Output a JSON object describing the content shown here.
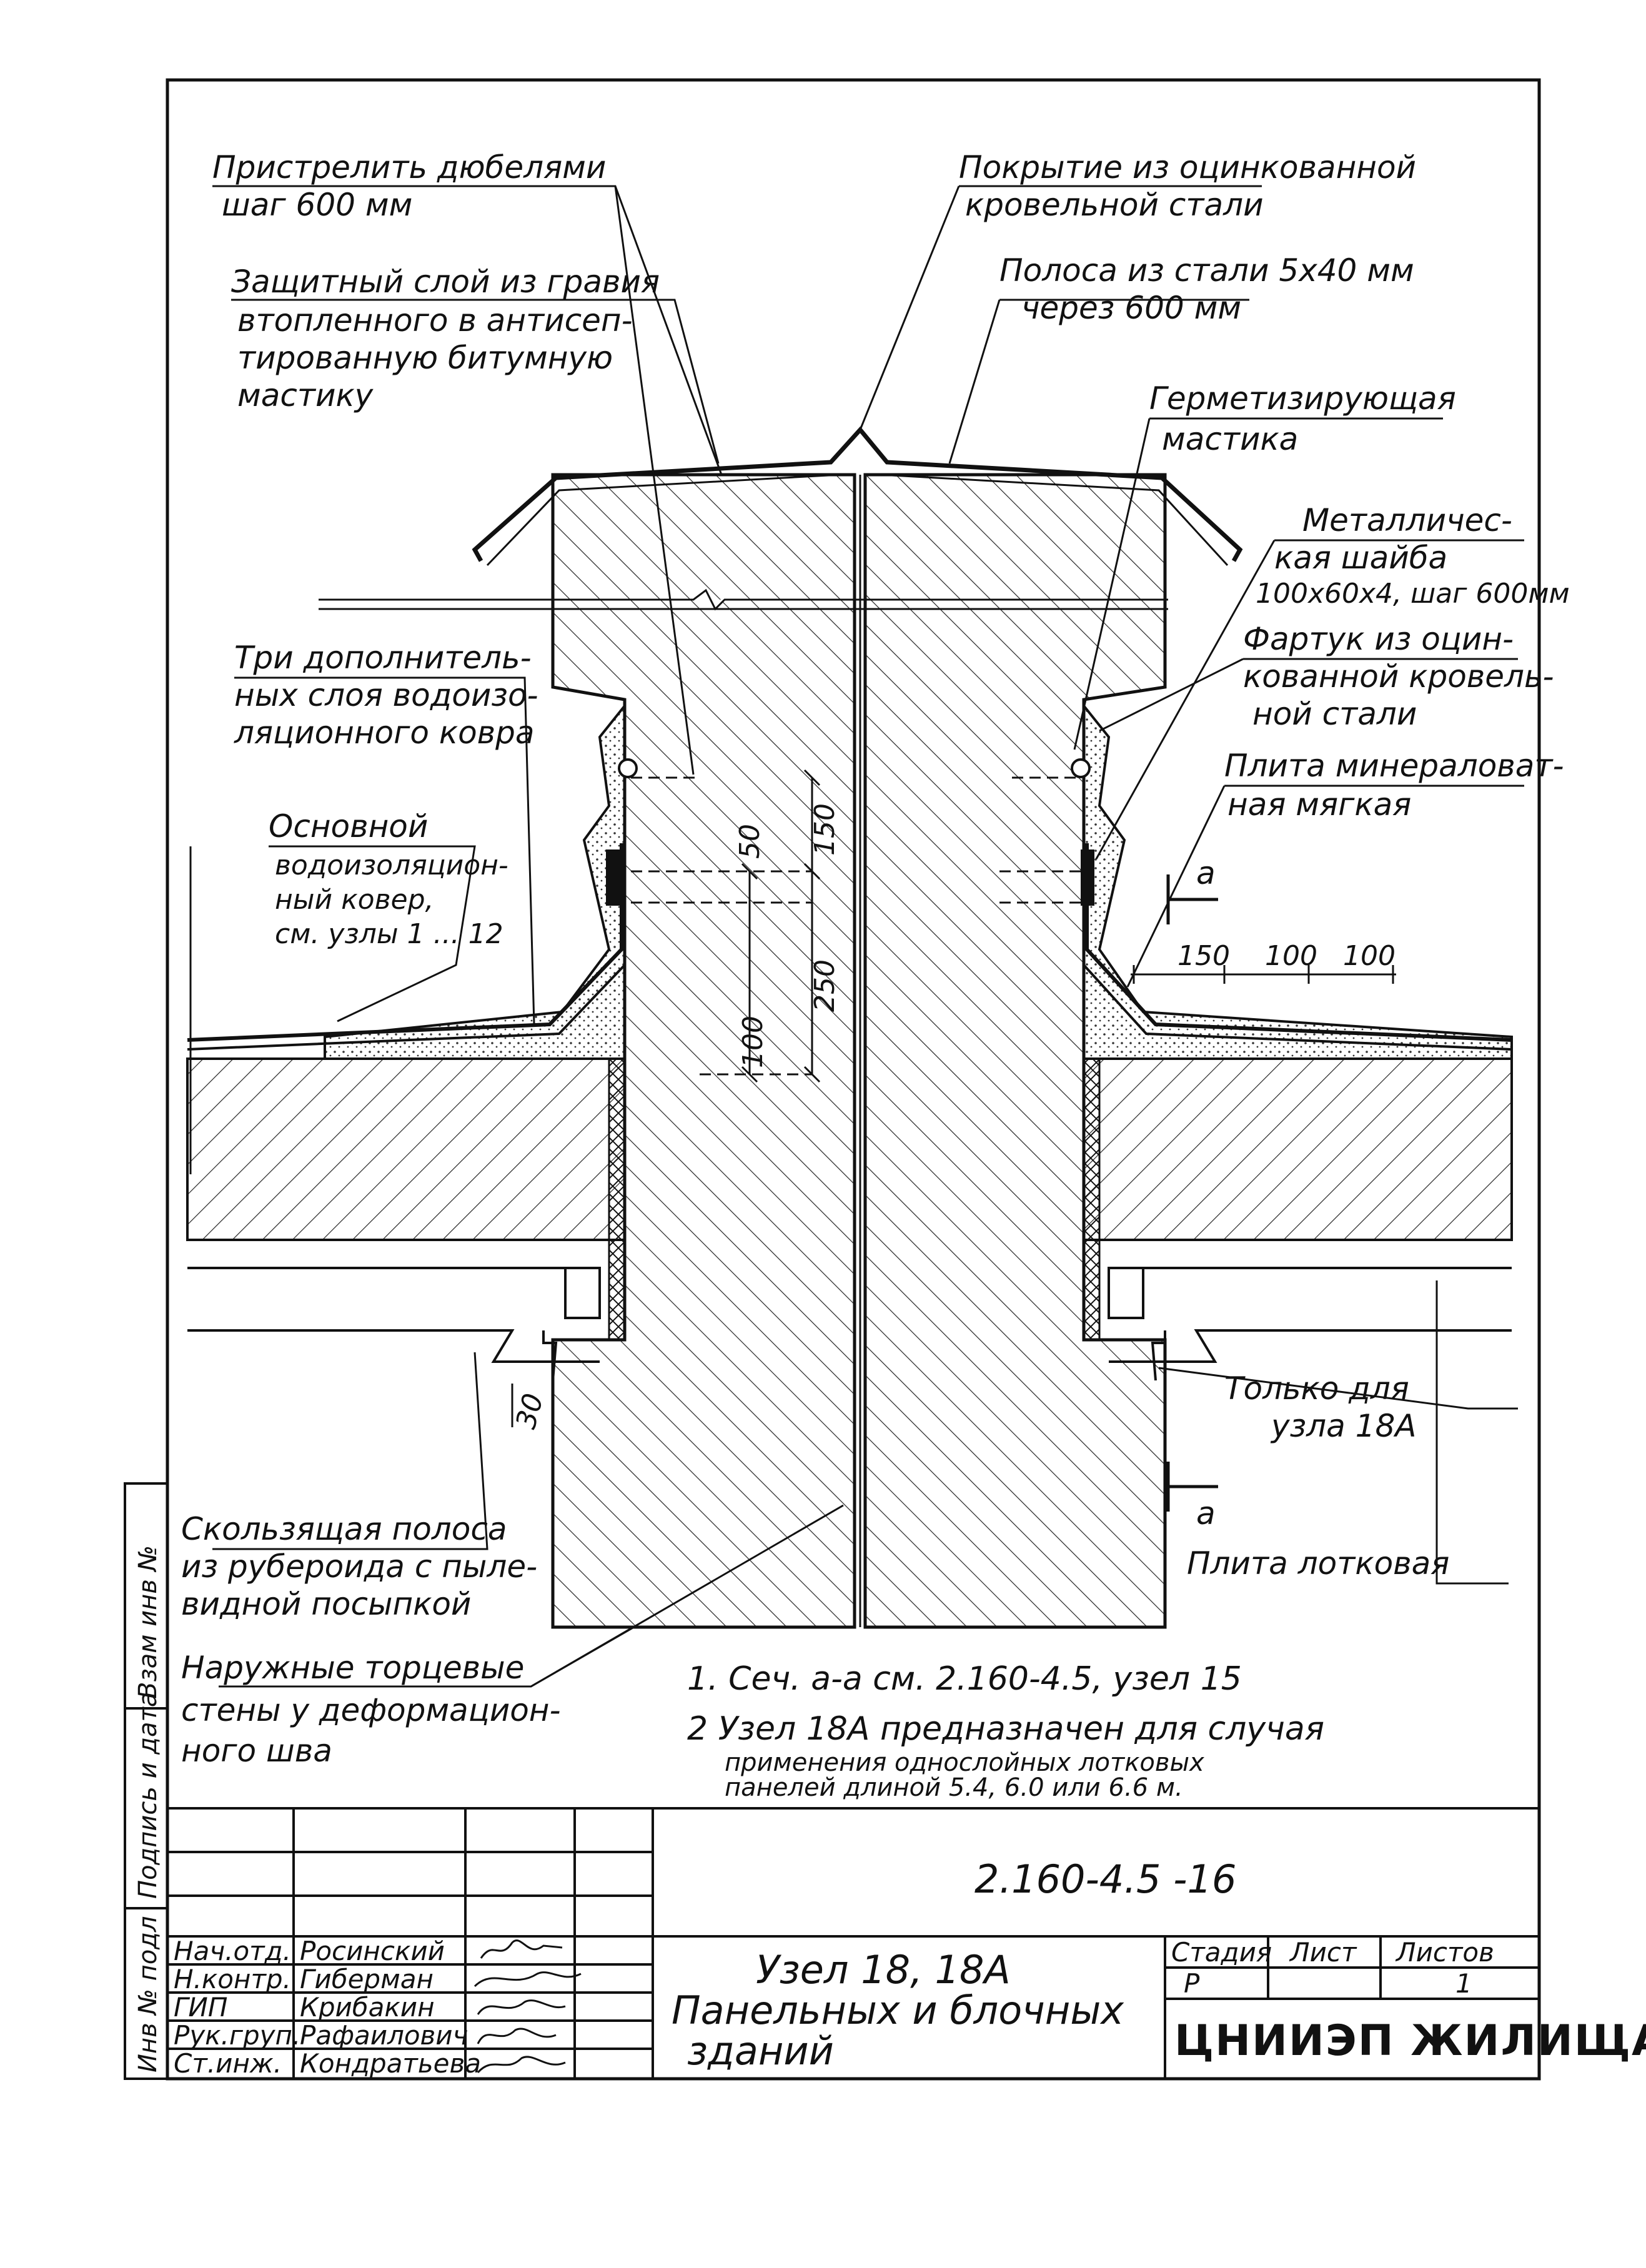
{
  "labels": {
    "dowels_1": "Пристрелить дюбелями",
    "dowels_2": "шаг 600 мм",
    "cover_1": "Покрытие из оцинкованной",
    "cover_2": "кровельной стали",
    "gravel_1": "Защитный слой из гравия",
    "gravel_2": "втопленного в антисеп-",
    "gravel_3": "тированную битумную",
    "gravel_4": "мастику",
    "strip_1": "Полоса из стали 5х40 мм",
    "strip_2": "через 600 мм",
    "sealant_1": "Герметизирующая",
    "sealant_2": "мастика",
    "washer_1": "Металличес-",
    "washer_2": "кая шайба",
    "washer_3": "100х60х4, шаг 600мм",
    "three_1": "Три дополнитель-",
    "three_2": "ных слоя водоизо-",
    "three_3": "ляционного ковра",
    "apron_1": "Фартук из оцин-",
    "apron_2": "кованной кровель-",
    "apron_3": "ной стали",
    "wool_1": "Плита минераловат-",
    "wool_2": "ная мягкая",
    "main_1": "Основной",
    "main_2": "водоизоляцион-",
    "main_3": "ный ковер,",
    "main_4": "см. узлы 1 ... 12",
    "only_1": "Только для",
    "only_2": "узла 18А",
    "tray": "Плита лотковая",
    "slide_1": "Скользящая полоса",
    "slide_2": "из рубероида с пыле-",
    "slide_3": "видной посыпкой",
    "walls_1": "Наружные торцевые",
    "walls_2": "стены у деформацион-",
    "walls_3": "ного шва",
    "section_mark_1": "а",
    "section_mark_2": "а"
  },
  "dimensions": {
    "d150": "150",
    "d50": "50",
    "d250": "250",
    "d100": "100",
    "d30": "30",
    "h150": "150",
    "h100a": "100",
    "h100b": "100"
  },
  "notes": {
    "n1": "1. Сеч. а-а см. 2.160-4.5, узел 15",
    "n2_1": "2 Узел 18А предназначен для случая",
    "n2_2": "применения однослойных лотковых",
    "n2_3": "панелей длиной 5.4, 6.0 или 6.6 м."
  },
  "side_stamp": {
    "s1": "Инв № подл",
    "s2": "Подпись и дата",
    "s3": "Взам инв №"
  },
  "title_block": {
    "doc_code": "2.160-4.5 -16",
    "roles": [
      "Нач.отд.",
      "Н.контр.",
      "ГИП",
      "Рук.груп.",
      "Ст.инж."
    ],
    "names": [
      "Росинский",
      "Гиберман",
      "Крибакин",
      "Рафаилович",
      "Кондратьева"
    ],
    "title_1": "Узел 18, 18А",
    "title_2": "Панельных и блочных",
    "title_3": "зданий",
    "stage_header": "Стадия",
    "sheet_header": "Лист",
    "sheets_header": "Листов",
    "stage_value": "Р",
    "sheets_value": "1",
    "org": "ЦНИИЭП ЖИЛИЩА"
  }
}
